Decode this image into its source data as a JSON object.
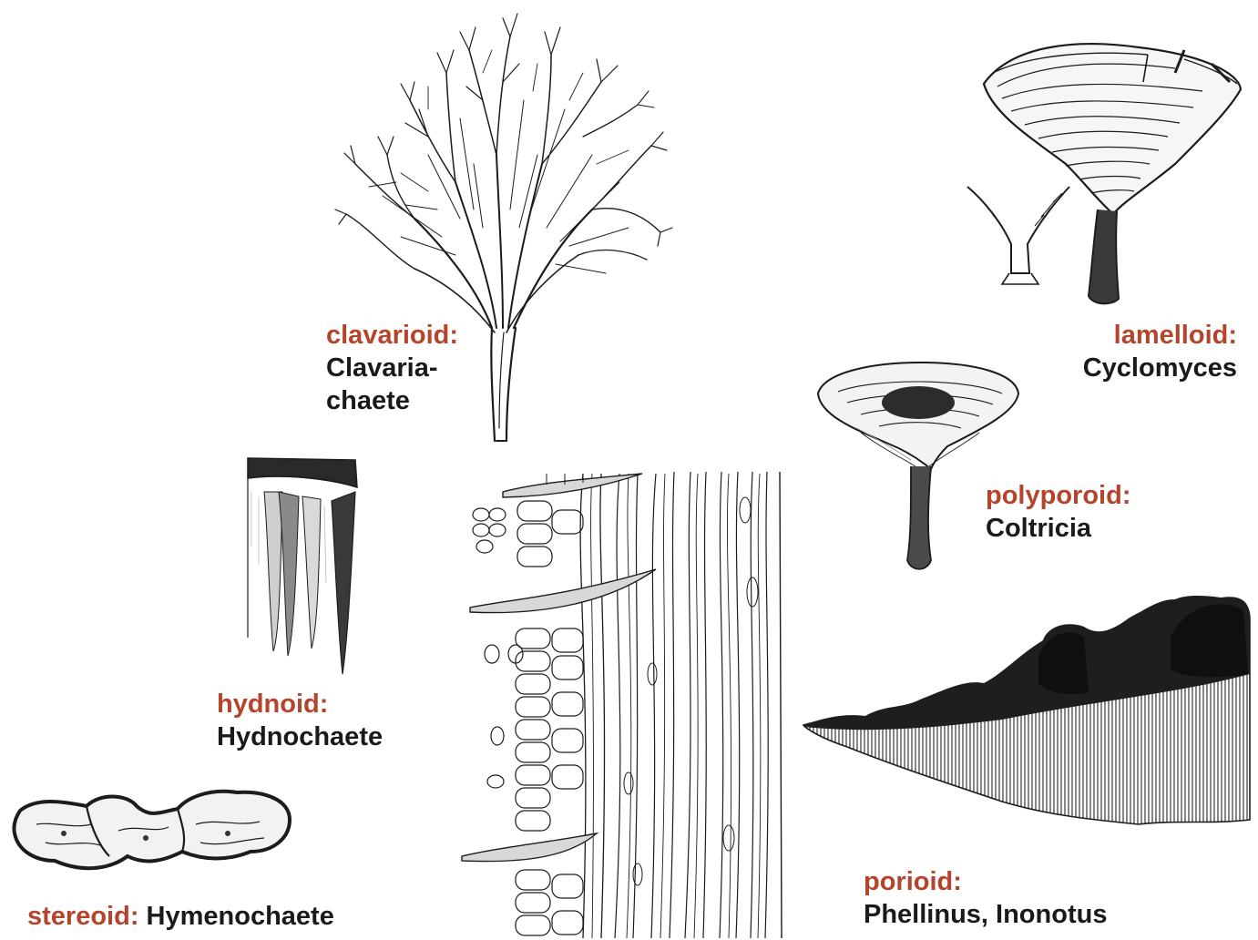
{
  "colors": {
    "category": "#b4452c",
    "genus": "#1a1a1a",
    "ink": "#1c1c1c",
    "background": "#ffffff"
  },
  "forms": {
    "clavarioid": {
      "category": "clavarioid:",
      "genus_line1": "Clavaria-",
      "genus_line2": "chaete",
      "icon": "coral-fruitbody-drawing"
    },
    "lamelloid": {
      "category": "lamelloid:",
      "genus": "Cyclomyces",
      "icon": "funnel-gilled-fruitbody-drawing"
    },
    "polyporoid": {
      "category": "polyporoid:",
      "genus": "Coltricia",
      "icon": "stalked-funnel-cap-drawing"
    },
    "hydnoid": {
      "category": "hydnoid:",
      "genus": "Hydnochaete",
      "icon": "spine-section-drawing"
    },
    "porioid": {
      "category": "porioid:",
      "genus": "Phellinus, Inonotus",
      "icon": "resupinate-pore-crust-drawing"
    },
    "stereoid": {
      "category": "stereoid:",
      "genus": "Hymenochaete",
      "icon": "smooth-crust-drawing"
    }
  },
  "center": {
    "icon": "hymenium-setae-section-drawing"
  }
}
